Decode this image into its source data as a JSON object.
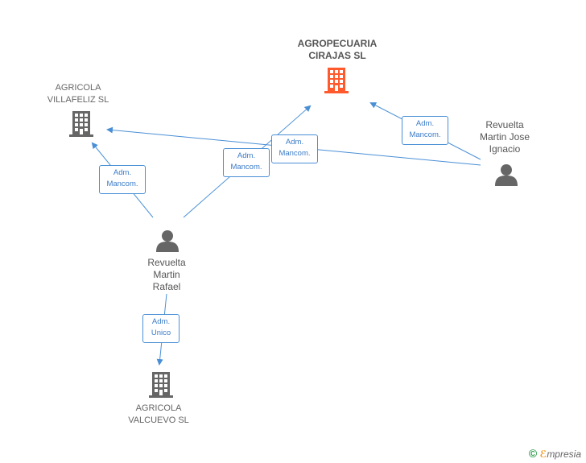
{
  "nodes": {
    "cirajas": {
      "label": "AGROPECUARIA\nCIRAJAS SL",
      "color": "#ff5a2e"
    },
    "villafeliz": {
      "label": "AGRICOLA\nVILLAFELIZ SL",
      "color": "#666666"
    },
    "valcuevo": {
      "label": "AGRICOLA\nVALCUEVO SL",
      "color": "#666666"
    },
    "rafael": {
      "label": "Revuelta\nMartin\nRafael",
      "color": "#666666"
    },
    "jose": {
      "label": "Revuelta\nMartin Jose\nIgnacio",
      "color": "#666666"
    }
  },
  "relations": [
    {
      "label": "Adm.\nMancom."
    },
    {
      "label": "Adm.\nMancom."
    },
    {
      "label": "Adm.\nMancom."
    },
    {
      "label": "Adm.\nMancom."
    },
    {
      "label": "Adm.\nUnico"
    }
  ],
  "edge_color": "#4a8fd6",
  "brand": {
    "symbol": "©",
    "e": "ℰ",
    "rest": "mpresia"
  }
}
